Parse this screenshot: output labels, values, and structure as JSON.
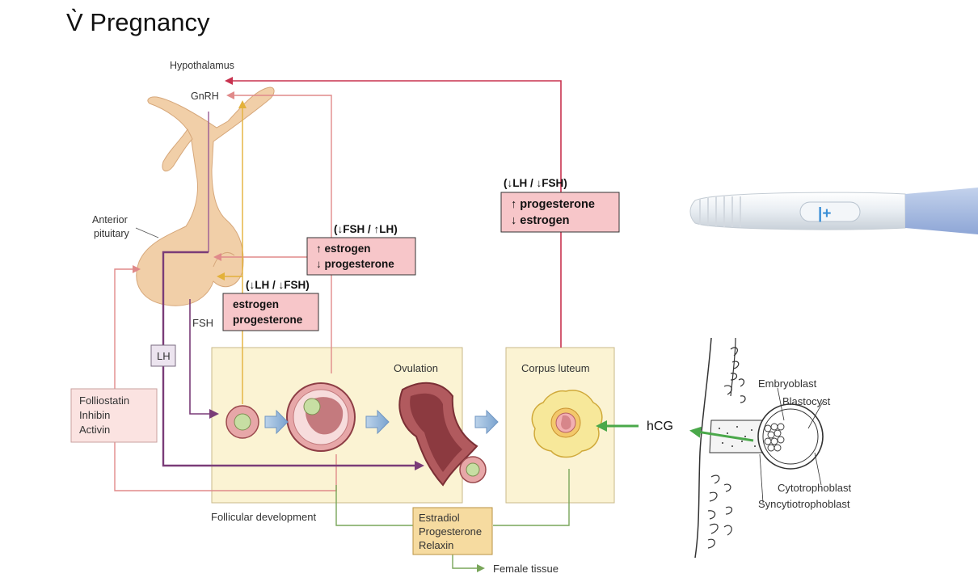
{
  "title": "V̀ Pregnancy",
  "colors": {
    "feedback_red": "#c8324f",
    "pink_line": "#e08a8a",
    "yellow_line": "#e3b13a",
    "purple_line": "#7a3c78",
    "green_line": "#79a65a",
    "hcg_green": "#4aa84a",
    "hormone_box": "#f7c6c9",
    "panel_fill": "#fbf3d3",
    "pituitary": "#f1cfa8",
    "output_box": "#f6dba0"
  },
  "labels": {
    "hypothalamus": "Hypothalamus",
    "gnrh": "GnRH",
    "anterior_pituitary_1": "Anterior",
    "anterior_pituitary_2": "pituitary",
    "fsh": "FSH",
    "lh": "LH",
    "ovulation": "Ovulation",
    "corpus_luteum": "Corpus luteum",
    "follicular_development": "Follicular development",
    "female_tissue": "Female tissue",
    "hcg": "hCG"
  },
  "inhibitors_box": [
    "Folliostatin",
    "Inhibin",
    "Activin"
  ],
  "output_box": [
    "Estradiol",
    "Progesterone",
    "Relaxin"
  ],
  "feedback_boxes": {
    "luteal": {
      "header": "(↓LH / ↓FSH)",
      "lines": [
        "↑ progesterone",
        "↓ estrogen"
      ]
    },
    "preovulatory": {
      "header": "(↓FSH / ↑LH)",
      "lines": [
        "↑ estrogen",
        "↓ progesterone"
      ]
    },
    "follicular": {
      "header": "(↓LH / ↓FSH)",
      "lines": [
        "estrogen",
        "progesterone"
      ]
    }
  },
  "blastocyst_labels": {
    "embryoblast": "Embryoblast",
    "blastocyst": "Blastocyst",
    "cytotrophoblast": "Cytotrophoblast",
    "syncytiotrophoblast": "Syncytiotrophoblast"
  },
  "test_display": "|+"
}
